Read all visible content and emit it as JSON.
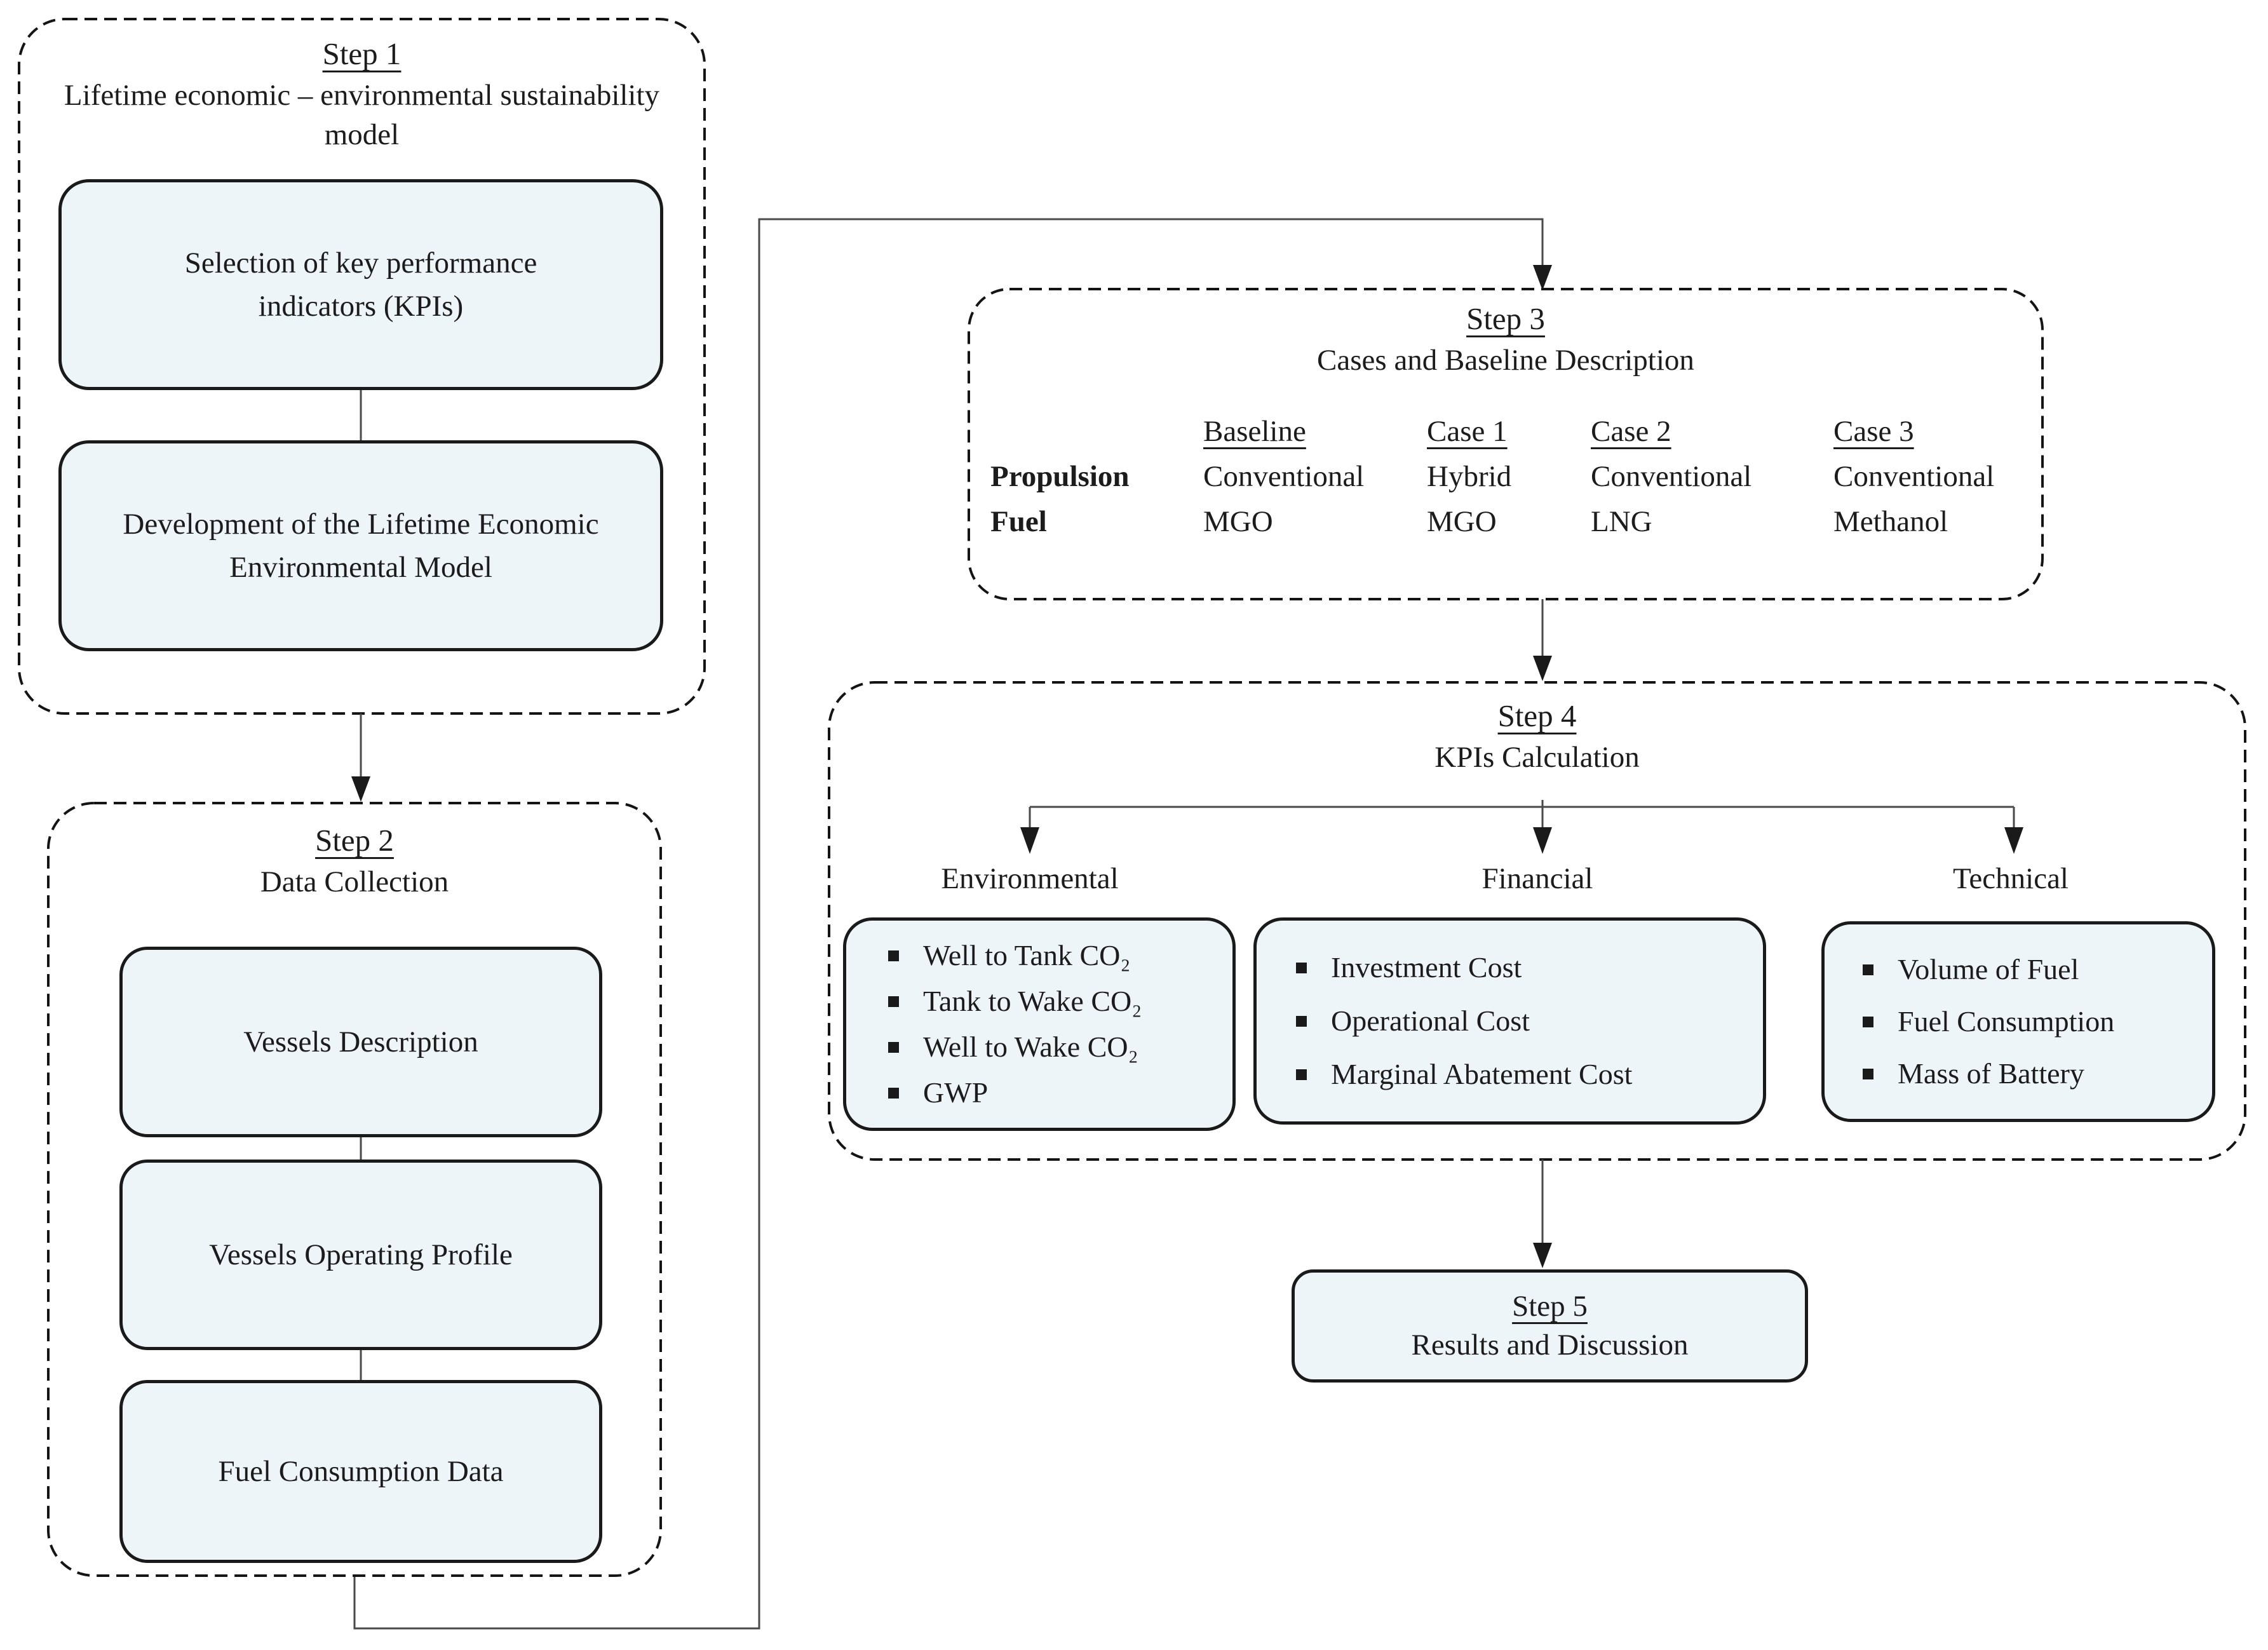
{
  "colors": {
    "box_fill": "#eef5f9",
    "box_border": "#1a1a1a",
    "dashed_border": "#141414",
    "connector_line": "#4a4a4a",
    "text": "#1c1c1c"
  },
  "step1": {
    "title": "Step 1",
    "subtitle": "Lifetime economic – environmental sustainability model",
    "boxes": [
      "Selection of key performance indicators (KPIs)",
      "Development of the Lifetime Economic Environmental Model"
    ]
  },
  "step2": {
    "title": "Step 2",
    "subtitle": "Data Collection",
    "boxes": [
      "Vessels Description",
      "Vessels Operating Profile",
      "Fuel Consumption Data"
    ]
  },
  "step3": {
    "title": "Step 3",
    "subtitle": "Cases and Baseline Description",
    "table": {
      "col_headers": [
        "Baseline",
        "Case 1",
        "Case 2",
        "Case 3"
      ],
      "row_labels": [
        "Propulsion",
        "Fuel"
      ],
      "rows": [
        [
          "Conventional",
          "Hybrid",
          "Conventional",
          "Conventional"
        ],
        [
          "MGO",
          "MGO",
          "LNG",
          "Methanol"
        ]
      ]
    }
  },
  "step4": {
    "title": "Step 4",
    "subtitle": "KPIs Calculation",
    "categories": [
      {
        "label": "Environmental",
        "items": [
          "Well to Tank CO₂",
          "Tank to Wake CO₂",
          "Well to Wake CO₂",
          "GWP"
        ]
      },
      {
        "label": "Financial",
        "items": [
          "Investment Cost",
          "Operational Cost",
          "Marginal Abatement Cost"
        ]
      },
      {
        "label": "Technical",
        "items": [
          "Volume of Fuel",
          "Fuel Consumption",
          "Mass of Battery"
        ]
      }
    ]
  },
  "step5": {
    "title": "Step 5",
    "subtitle": "Results and Discussion"
  }
}
